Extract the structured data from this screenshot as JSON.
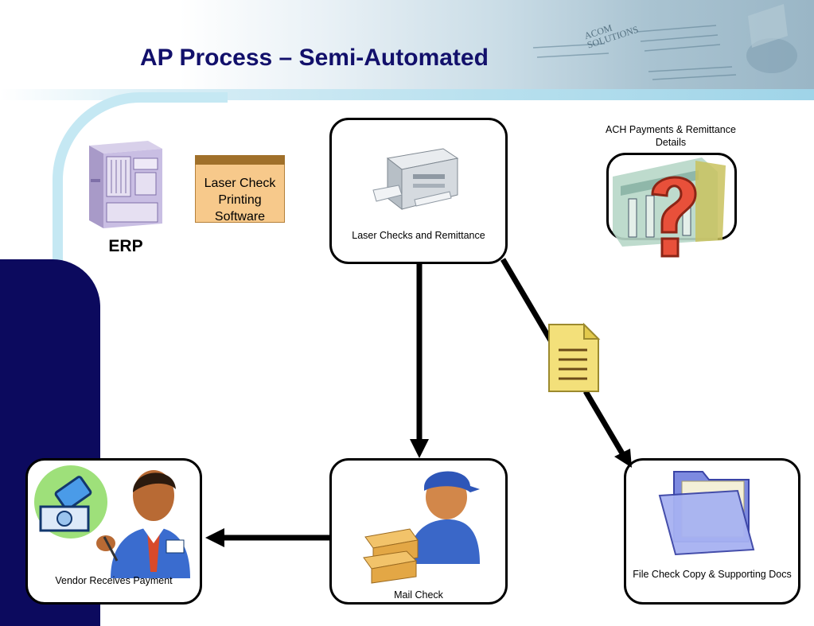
{
  "slide": {
    "title": "AP Process – Semi-Automated",
    "erp_label": "ERP",
    "software_box_label": "Laser Check Printing Software",
    "ach_label": "ACH Payments & Remittance Details",
    "logo_text": "ACOM SOLUTIONS"
  },
  "nodes": {
    "laser_checks": {
      "label": "Laser Checks and Remittance"
    },
    "vendor": {
      "label": "Vendor Receives Payment"
    },
    "mail_check": {
      "label": "Mail Check"
    },
    "file_copy": {
      "label": "File Check Copy & Supporting Docs"
    }
  },
  "icons": {
    "erp": "server-icon",
    "printer": "laser-printer-icon",
    "ach": "question-building-icon",
    "document": "document-icon",
    "vendor": "vendor-payment-icon",
    "mail": "mail-carrier-icon",
    "folder": "folder-icon"
  },
  "colors": {
    "title": "#12106b",
    "left_band": "#0c0a5e",
    "accent_arc": "#c5e8f3",
    "software_box": "#f7c98b"
  }
}
